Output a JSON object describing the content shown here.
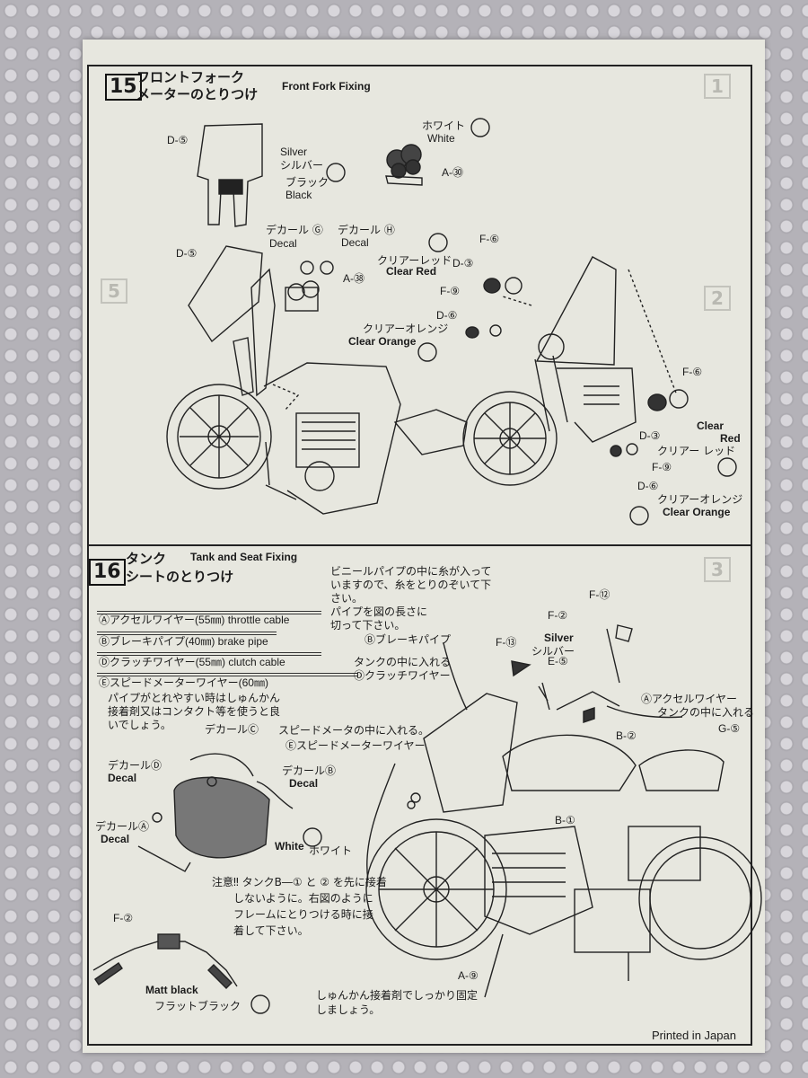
{
  "step15": {
    "number": "15",
    "title_jp_line1": "フロントフォーク",
    "title_jp_line2": "メーターのとりつけ",
    "title_en": "Front Fork Fixing",
    "labels": {
      "d5_top": "D-⑤",
      "silver_en": "Silver",
      "silver_jp": "シルバー",
      "black_jp": "ブラック",
      "black_en": "Black",
      "white_jp": "ホワイト",
      "white_en": "White",
      "a30": "A-㉚",
      "decal_g_jp": "デカール Ⓖ",
      "decal_g_en": "Decal",
      "decal_h_jp": "デカール Ⓗ",
      "decal_h_en": "Decal",
      "d5_mid": "D-⑤",
      "a38": "A-㊳",
      "f6_top": "F-⑥",
      "d3_top": "D-③",
      "clear_red_jp": "クリアーレッド",
      "clear_red_en": "Clear Red",
      "f9_top": "F-⑨",
      "d6_top": "D-⑥",
      "clear_orange_jp": "クリアーオレンジ",
      "clear_orange_en": "Clear Orange",
      "f6_right": "F-⑥",
      "clear_r": "Clear",
      "red_r": "Red",
      "d3_right": "D-③",
      "clear_red_jp_r": "クリアー レッド",
      "f9_right": "F-⑨",
      "d6_right": "D-⑥",
      "clear_orange_jp_r": "クリアーオレンジ",
      "clear_orange_en_r": "Clear Orange"
    }
  },
  "step16": {
    "number": "16",
    "title_jp_line1": "タンク",
    "title_jp_line2": "シートのとりつけ",
    "title_en": "Tank and Seat Fixing",
    "note_top": [
      "ビニールパイプの中に糸が入って",
      "いますので、糸をとりのぞいて下",
      "さい。",
      "パイプを図の長さに",
      "切って下さい。"
    ],
    "wires": [
      "Ⓐアクセルワイヤー(55㎜) throttle cable",
      "Ⓑブレーキパイプ(40㎜) brake pipe",
      "Ⓓクラッチワイヤー(55㎜) clutch cable",
      "Ⓔスピードメーターワイヤー(60㎜)"
    ],
    "note_pipe": [
      "パイプがとれやすい時はしゅんかん",
      "接着剤又はコンタクト等を使うと良",
      "いでしょう。"
    ],
    "labels": {
      "decal_c": "デカールⒸ",
      "decal_d_jp": "デカールⒹ",
      "decal_d_en": "Decal",
      "decal_b_jp": "デカールⒷ",
      "decal_b_en": "Decal",
      "decal_a_jp": "デカールⒶ",
      "decal_a_en": "Decal",
      "white_en": "White",
      "white_jp": "ホワイト",
      "speed_into": "スピードメータの中に入れる。",
      "speed_wire": "Ⓔスピードメーターワイヤー",
      "brake_pipe": "Ⓑブレーキパイプ",
      "tank_into_1": "タンクの中に入れる",
      "tank_into_2": "Ⓓクラッチワイヤー",
      "f12": "F-⑫",
      "f2_top": "F-②",
      "silver_en": "Silver",
      "silver_jp": "シルバー",
      "f13": "F-⑬",
      "e5": "E-⑤",
      "accel_1": "Ⓐアクセルワイヤー",
      "accel_2": "タンクの中に入れる",
      "b2": "B-②",
      "g5": "G-⑤",
      "b1": "B-①",
      "f2_bar": "F-②",
      "matt_black_en": "Matt black",
      "matt_black_jp": "フラットブラック",
      "a9": "A-⑨"
    },
    "caution": [
      "注意‼ タンクB―① と ② を先に接着",
      "しないように。右図のように",
      "フレームにとりつける時に接",
      "着して下さい。"
    ],
    "glue_note": [
      "しゅんかん接着剤でしっかり固定",
      "しましょう。"
    ]
  },
  "footer": {
    "printed": "Printed in Japan"
  },
  "ghost_steps": [
    "1",
    "2",
    "3",
    "5"
  ]
}
